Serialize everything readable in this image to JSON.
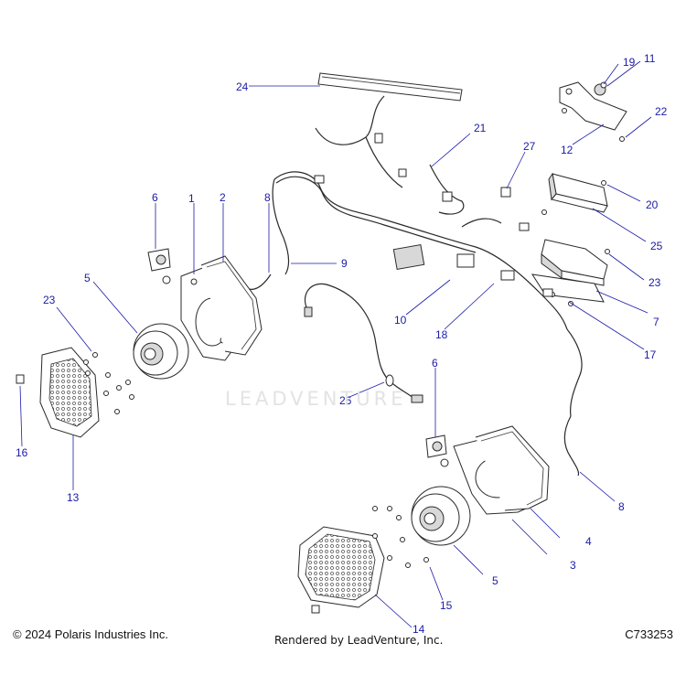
{
  "footer": {
    "copyright": "© 2024 Polaris Industries Inc.",
    "rendered_by": "Rendered by LeadVenture, Inc.",
    "diagram_code": "C733253"
  },
  "watermark": {
    "text": "LEADVENTURE"
  },
  "colors": {
    "callout": "#1a1aa8",
    "line_art": "#2a2a2a",
    "watermark": "#e3e3e3",
    "background": "#ffffff"
  },
  "callouts": [
    {
      "label": "1"
    },
    {
      "label": "2"
    },
    {
      "label": "3"
    },
    {
      "label": "4"
    },
    {
      "label": "5"
    },
    {
      "label": "5"
    },
    {
      "label": "6"
    },
    {
      "label": "6"
    },
    {
      "label": "7"
    },
    {
      "label": "8"
    },
    {
      "label": "8"
    },
    {
      "label": "9"
    },
    {
      "label": "10"
    },
    {
      "label": "11"
    },
    {
      "label": "12"
    },
    {
      "label": "13"
    },
    {
      "label": "14"
    },
    {
      "label": "15"
    },
    {
      "label": "16"
    },
    {
      "label": "17"
    },
    {
      "label": "18"
    },
    {
      "label": "19"
    },
    {
      "label": "20"
    },
    {
      "label": "21"
    },
    {
      "label": "22"
    },
    {
      "label": "23"
    },
    {
      "label": "23"
    },
    {
      "label": "24"
    },
    {
      "label": "25"
    },
    {
      "label": "26"
    },
    {
      "label": "27"
    }
  ]
}
